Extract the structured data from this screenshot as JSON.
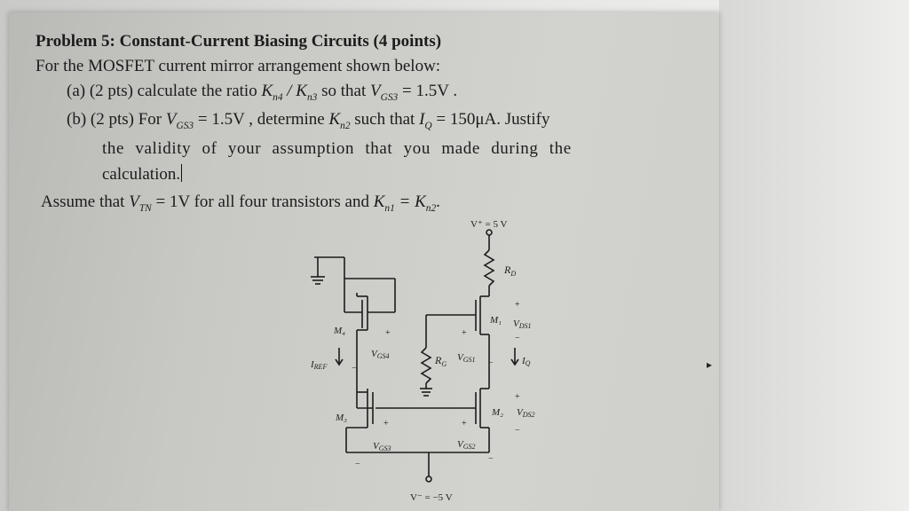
{
  "problem": {
    "title": "Problem 5: Constant-Current Biasing Circuits (4 points)",
    "intro": "For the MOSFET current mirror arrangement shown below:",
    "part_a": {
      "label": "(a)",
      "pts": "(2 pts) calculate the ratio",
      "ratio": "K",
      "mid": "so that",
      "cond": "= 1.5V ."
    },
    "part_b": {
      "label": "(b)",
      "pts": "(2 pts) For",
      "cond1": "= 1.5V , determine",
      "mid": "such that",
      "cond2": "= 150μA. Justify",
      "line2": "the validity of your assumption that you made during the",
      "line3": "calculation."
    },
    "assume": {
      "pre": "Assume that",
      "eq1": "= 1V",
      "mid": "for all four transistors and",
      "end": "."
    }
  },
  "circuit": {
    "vplus": "V⁺ = 5 V",
    "vminus": "V⁻ = −5 V",
    "rd": "R",
    "rd_sub": "D",
    "rg": "R",
    "rg_sub": "G",
    "m1": "M₁",
    "m2": "M₂",
    "m3": "M₃",
    "m4": "M₄",
    "vds1": "V",
    "vds1_sub": "DS1",
    "vds2": "V",
    "vds2_sub": "DS2",
    "vgs1": "V",
    "vgs1_sub": "GS1",
    "vgs2": "V",
    "vgs2_sub": "GS2",
    "vgs3": "V",
    "vgs3_sub": "GS3",
    "vgs4": "V",
    "vgs4_sub": "GS4",
    "iref": "I",
    "iref_sub": "REF",
    "iq": "I",
    "iq_sub": "Q",
    "plus": "+",
    "minus": "−"
  }
}
